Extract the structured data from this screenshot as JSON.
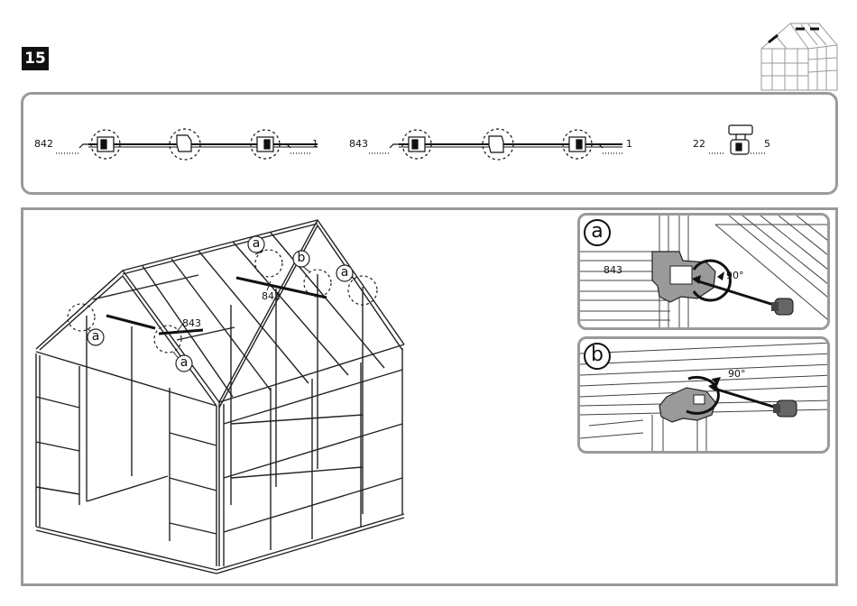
{
  "step": {
    "number": "15"
  },
  "parts": {
    "row1": {
      "part": "842",
      "qty": "1"
    },
    "row2": {
      "part": "843",
      "qty": "1"
    },
    "row3": {
      "part": "22",
      "qty": "5"
    }
  },
  "main": {
    "labels": {
      "a": "a",
      "b": "b",
      "p842": "842",
      "p843": "843"
    }
  },
  "detail_a": {
    "label": "a",
    "part": "843",
    "angle": "90°"
  },
  "detail_b": {
    "label": "b",
    "angle": "90°"
  }
}
